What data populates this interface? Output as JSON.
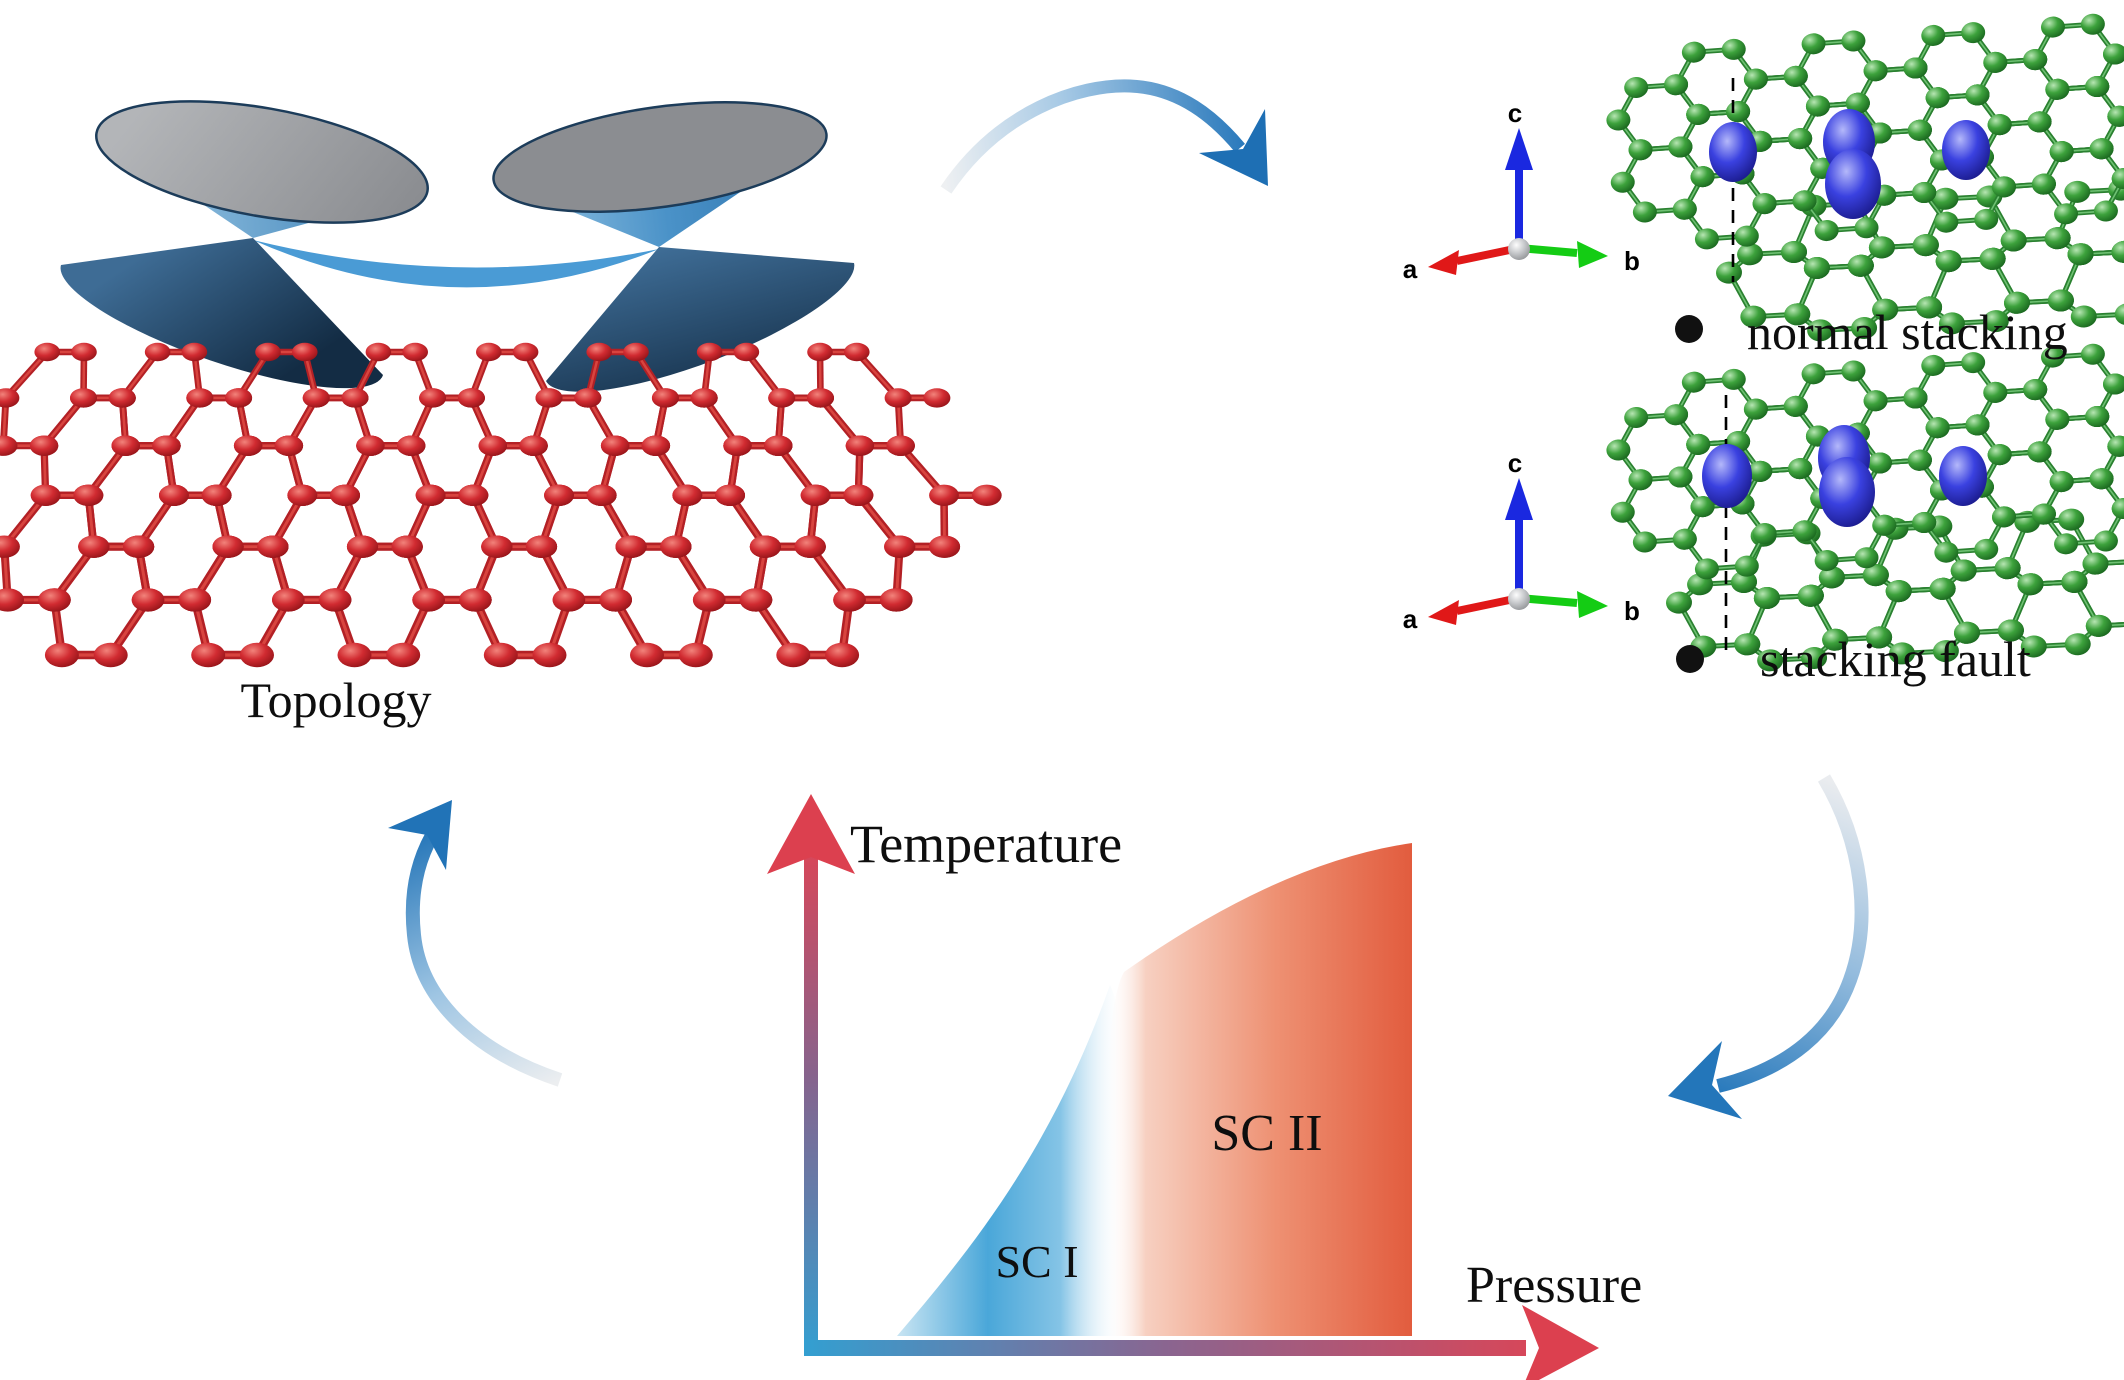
{
  "topology": {
    "label": "Topology"
  },
  "stacking": {
    "normal_label": "normal stacking",
    "fault_label": "stacking fault",
    "axes": {
      "a": "a",
      "b": "b",
      "c": "c"
    }
  },
  "phase_diagram": {
    "y_axis_label": "Temperature",
    "x_axis_label": "Pressure",
    "region1_label": "SC I",
    "region2_label": "SC II"
  },
  "colors": {
    "cone_blue": "#2f78b2",
    "cone_dark_blue": "#16344f",
    "cone_top_gray": "#9a9ca0",
    "nodal_line_blue": "#4a9bd5",
    "lattice_red": "#c42127",
    "atom_green": "#3da23c",
    "atom_blue": "#3a41e0",
    "axis_blue_end": "#339fd1",
    "axis_red_end": "#d6475a",
    "sc1_blue": "#4aa7d9",
    "sc2_orange": "#e25c3e",
    "curved_arrow_blue": "#1f72b8"
  }
}
